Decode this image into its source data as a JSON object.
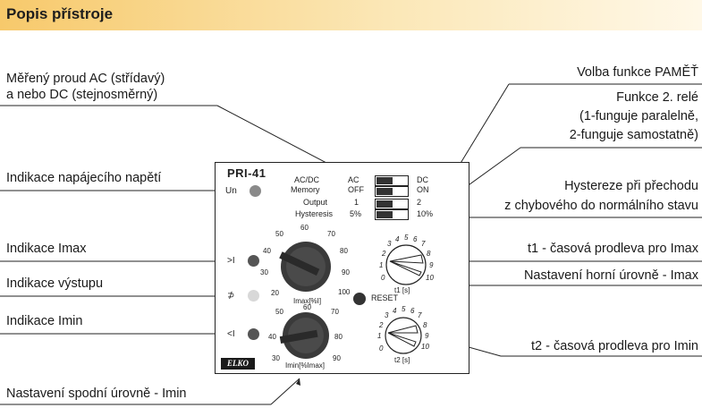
{
  "header": {
    "title": "Popis přístroje"
  },
  "labels_left": {
    "measured_current_1": "Měřený proud AC (střídavý)",
    "measured_current_2": "a nebo DC (stejnosměrný)",
    "supply_indication": "Indikace napájecího napětí",
    "imax_indication": "Indikace Imax",
    "output_indication": "Indikace výstupu",
    "imin_indication": "Indikace Imin",
    "imin_setting": "Nastavení spodní úrovně - Imin"
  },
  "labels_right": {
    "memory_function": "Volba funkce PAMĚŤ",
    "relay2_1": "Funkce 2. relé",
    "relay2_2": "(1-funguje paralelně,",
    "relay2_3": "2-funguje samostatně)",
    "hysteresis_1": "Hystereze při přechodu",
    "hysteresis_2": "z chybového do normálního stavu",
    "t1_delay": "t1 - časová prodleva pro Imax",
    "imax_setting": "Nastavení horní úrovně - Imax",
    "t2_delay": "t2 - časová prodleva pro Imin"
  },
  "device": {
    "model": "PRI-41",
    "un_label": "Un",
    "imax_led_label": ">I",
    "output_led_label": "⊅",
    "imin_led_label": "<I",
    "rows": [
      {
        "name": "AC/DC",
        "left": "AC",
        "right": "DC"
      },
      {
        "name": "Memory",
        "left": "OFF",
        "right": "ON"
      },
      {
        "name": "Output",
        "left": "1",
        "right": "2"
      },
      {
        "name": "Hysteresis",
        "left": "5%",
        "right": "10%"
      }
    ],
    "imax_knob": {
      "caption": "Imax[%I]",
      "scale": [
        "20",
        "30",
        "40",
        "50",
        "60",
        "70",
        "80",
        "90",
        "100"
      ]
    },
    "imin_knob": {
      "caption": "Imin[%Imax]",
      "scale": [
        "30",
        "40",
        "50",
        "60",
        "70",
        "80",
        "90"
      ]
    },
    "t1_knob": {
      "caption": "t1 [s]",
      "scale": [
        "0",
        "1",
        "2",
        "3",
        "4",
        "5",
        "6",
        "7",
        "8",
        "9",
        "10"
      ]
    },
    "t2_knob": {
      "caption": "t2 [s]",
      "scale": [
        "0",
        "1",
        "2",
        "3",
        "4",
        "5",
        "6",
        "7",
        "8",
        "9",
        "10"
      ]
    },
    "reset_label": "RESET",
    "brand": "ELKO"
  }
}
